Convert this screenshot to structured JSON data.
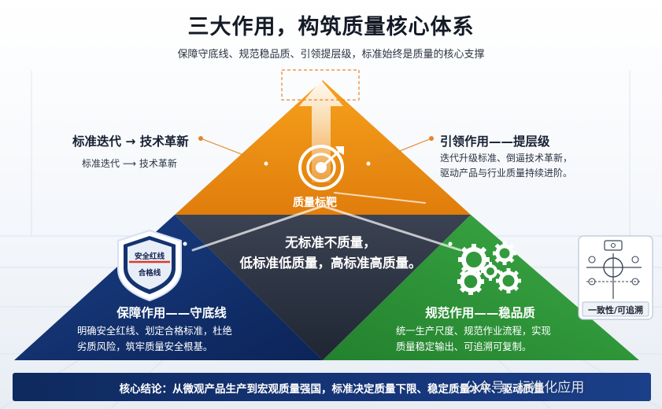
{
  "title": "三大作用，构筑质量核心体系",
  "subtitle": "保障守底线、规范稳品质、引领提层级，标准始终是质量的核心支撑",
  "left_annotation": {
    "heading": "标准迭代 → 技术革新",
    "sub": "标准迭代 ⟶ 技术革新"
  },
  "right_annotation": {
    "heading": "引领作用——提层级",
    "sub_line1": "迭代升级标准、倒逼技术革新，",
    "sub_line2": "驱动产品与行业质量持续进阶。"
  },
  "target": {
    "label": "质量标靶"
  },
  "center": {
    "line1": "无标准不质量，",
    "line2": "低标准低质量，高标准高质量。"
  },
  "blue_panel": {
    "heading": "保障作用——守底线",
    "line1": "明确安全红线、划定合格标准，杜绝",
    "line2": "劣质风险，筑牢质量安全根基。",
    "badge_top": "安全红线",
    "badge_bottom": "合格线"
  },
  "green_panel": {
    "heading": "规范作用——稳品质",
    "line1": "统一生产尺度、规范作业流程，实现",
    "line2": "质量稳定输出、可追溯可复制。"
  },
  "device": {
    "label": "一致性/可追溯"
  },
  "conclusion": {
    "text": "核心结论：从微观产品生产到宏观质量强国，标准决定质量下限、稳定质量水平、驱动质量"
  },
  "watermark": {
    "text": "公众号 · 标准化应用"
  },
  "colors": {
    "orange": "#ee8a12",
    "blue": "#0f2c68",
    "green": "#2f9a3a",
    "dark_center": "#2a3140",
    "conclusion_bar": "#14357a"
  }
}
